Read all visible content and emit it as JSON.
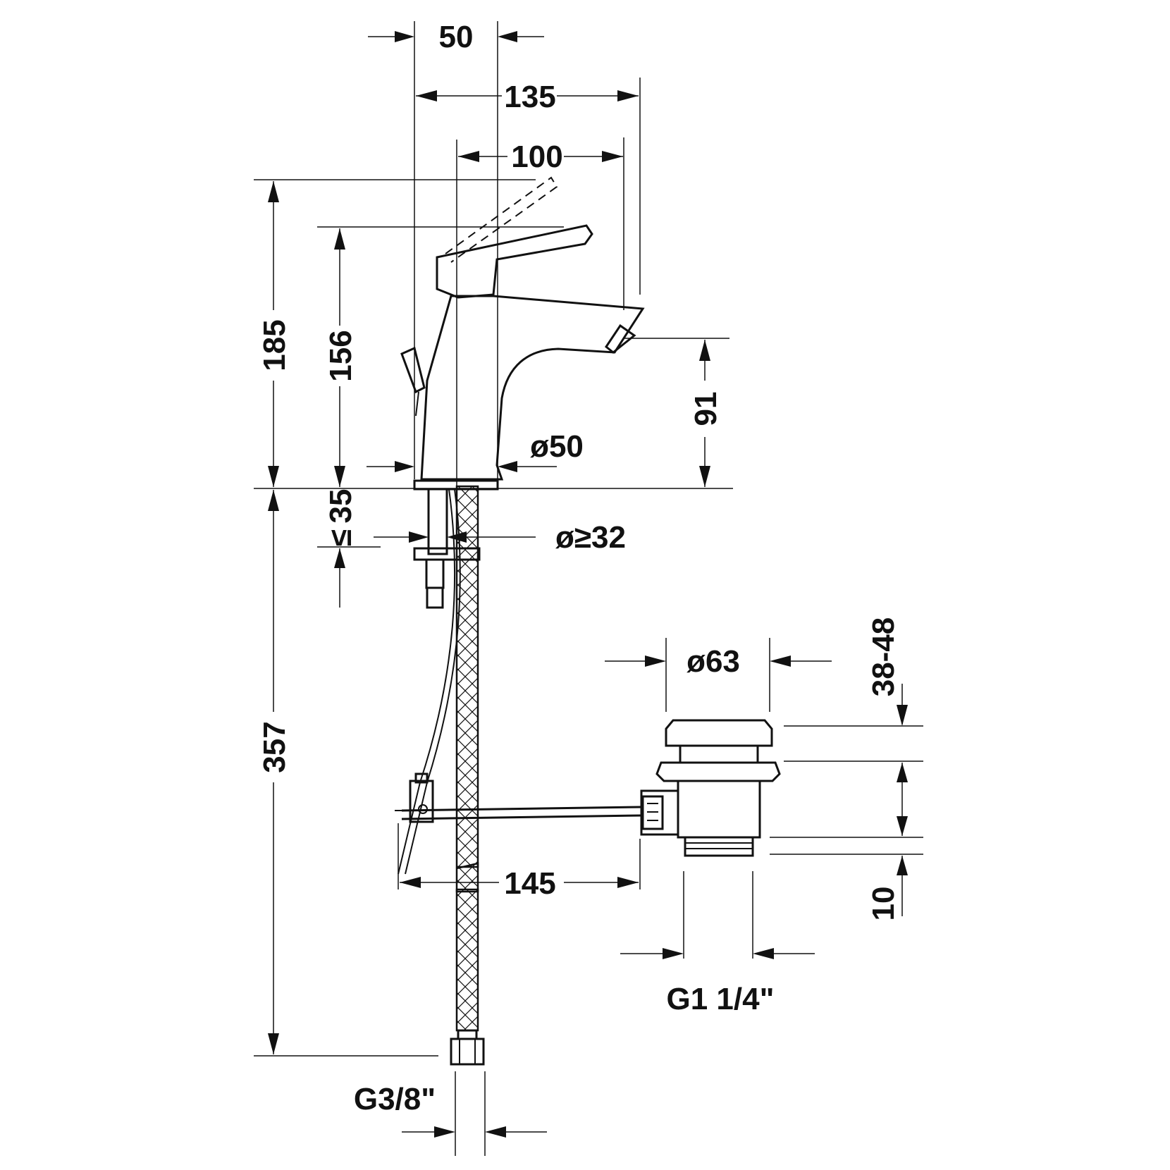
{
  "colors": {
    "line": "#111111",
    "background": "#ffffff"
  },
  "dimensions": {
    "width_50": "50",
    "width_135": "135",
    "width_100": "100",
    "height_185": "185",
    "height_156": "156",
    "height_91": "91",
    "dia_50": "ø50",
    "le_35": "35",
    "le_35_symbol": "≤",
    "dia_ge_32": "ø≥32",
    "height_357": "357",
    "dia_63": "ø63",
    "range_38_48": "38-48",
    "width_145": "145",
    "height_10": "10",
    "thread_g1_1_4": "G1 1/4\"",
    "thread_g3_8": "G3/8\""
  }
}
